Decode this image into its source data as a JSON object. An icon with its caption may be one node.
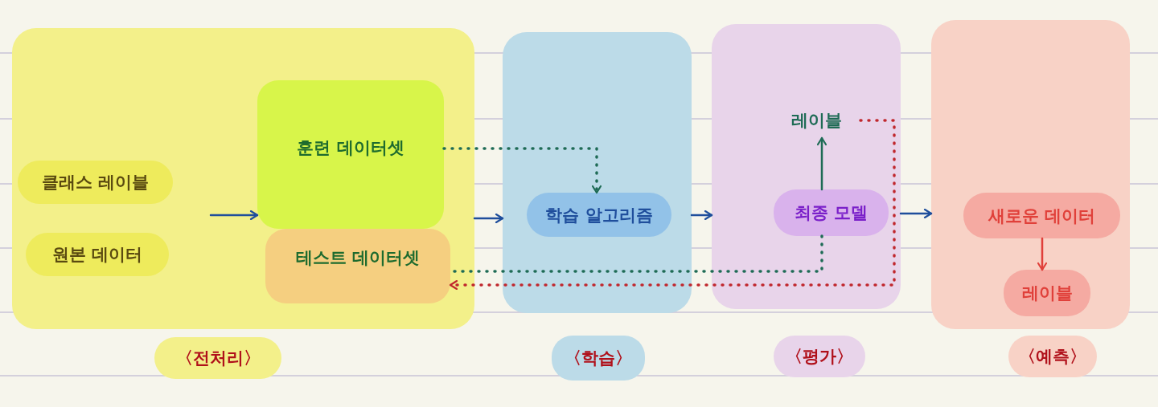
{
  "diagram": {
    "nodes": [
      {
        "text": [],
        "shape": "box"
      },
      {
        "text": [
          "클래스 레이블"
        ],
        "in": 0
      },
      {
        "text": [
          "원본 데이터"
        ],
        "in": 0
      },
      {
        "text": [
          "훈련 데이터셋"
        ],
        "in": 0
      },
      {
        "text": [
          "테스트 데이터셋"
        ],
        "in": 0
      },
      {
        "text": [],
        "shape": "box"
      },
      {
        "text": [
          "학습 알고리즘"
        ],
        "in": 5
      },
      {
        "text": [],
        "shape": "box"
      },
      {
        "text": [
          "레이블"
        ],
        "in": 7
      },
      {
        "text": [
          "최종 모델"
        ],
        "in": 7
      },
      {
        "text": [],
        "shape": "box"
      },
      {
        "text": [
          "새로운 데이터"
        ],
        "in": 10
      },
      {
        "text": [
          "레이블"
        ],
        "in": 10
      },
      {
        "text": [
          "〈전처리〉"
        ]
      },
      {
        "text": [
          "〈학습〉"
        ]
      },
      {
        "text": [
          "〈평가〉"
        ]
      },
      {
        "text": [
          "〈예측〉"
        ]
      }
    ],
    "edges": [
      {
        "from": null,
        "to": 3,
        "arrow": "to"
      },
      {
        "from": 3,
        "to": 6,
        "arrow": "to",
        "style": "dashed",
        "color": "#1e6b55"
      },
      {
        "from": 0,
        "to": 5,
        "arrow": "to"
      },
      {
        "from": 5,
        "to": 7,
        "arrow": "to"
      },
      {
        "from": 7,
        "to": 10,
        "arrow": "to"
      },
      {
        "from": 9,
        "to": 8,
        "arrow": "to",
        "color": "#1e6b55"
      },
      {
        "from": 9,
        "to": 4,
        "arrow": "none",
        "style": "dashed",
        "color": "#1e6b55"
      },
      {
        "from": 8,
        "to": 4,
        "arrow": "to",
        "style": "dashed",
        "color": "#c0272d"
      },
      {
        "from": 11,
        "to": 12,
        "arrow": "to",
        "color": "#e0403a"
      }
    ]
  }
}
